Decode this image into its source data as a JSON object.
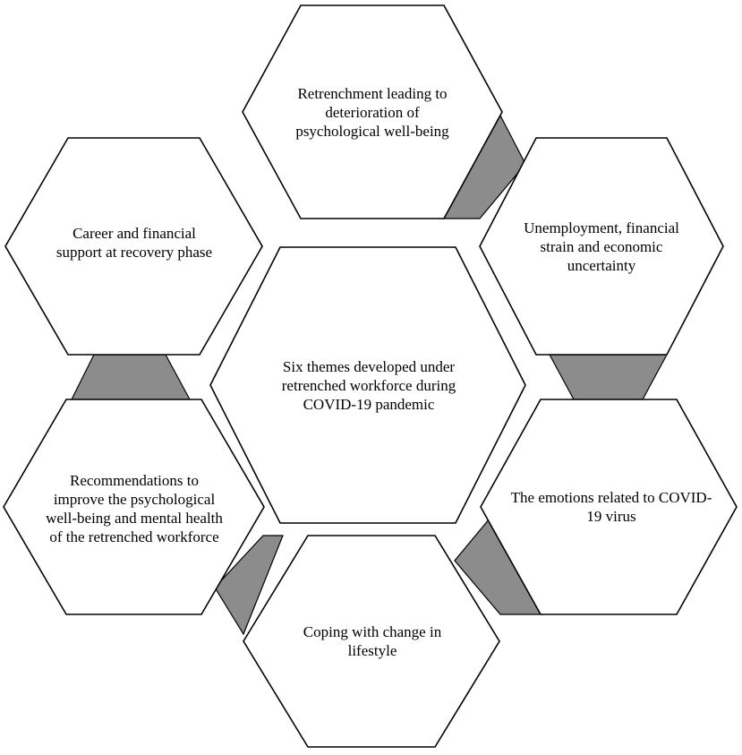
{
  "center": {
    "text": "Six themes developed under retrenched workforce during COVID-19 pandemic"
  },
  "themes": [
    {
      "text": "Retrenchment leading to deterioration of psychological well-being"
    },
    {
      "text": "Unemployment, financial strain and economic uncertainty"
    },
    {
      "text": "The emotions related to COVID-19 virus"
    },
    {
      "text": "Coping with change in lifestyle"
    },
    {
      "text": "Recommendations to improve the psychological well-being and mental health of the retrenched workforce"
    },
    {
      "text": "Career and financial support at recovery phase"
    }
  ],
  "colors": {
    "connector_fill": "#8c8c8c",
    "hex_fill": "#ffffff",
    "stroke": "#000000"
  }
}
